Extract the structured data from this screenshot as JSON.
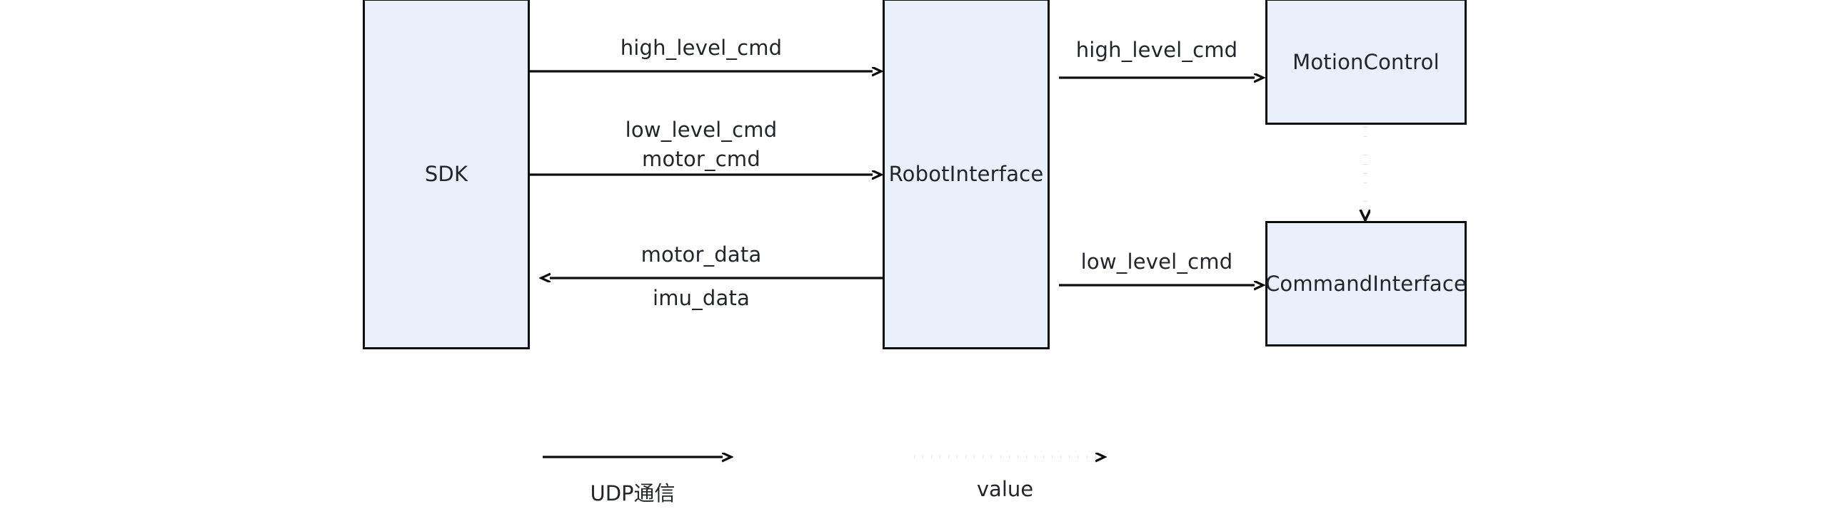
{
  "diagram": {
    "type": "block-flow-diagram",
    "background": "#ffffff",
    "node_fill": "#eaf0fb",
    "node_stroke": "#0d0d0d",
    "text_color": "#22252a",
    "nodes": [
      {
        "id": "sdk",
        "label": "SDK"
      },
      {
        "id": "robot_interface",
        "label": "RobotInterface"
      },
      {
        "id": "motion_control",
        "label": "MotionControl"
      },
      {
        "id": "command_interface",
        "label": "CommandInterface"
      }
    ],
    "edges": [
      {
        "id": "sdk_to_ri_high",
        "from": "sdk",
        "to": "robot_interface",
        "style": "solid",
        "direction": "right",
        "label_above": "high_level_cmd",
        "label_below": ""
      },
      {
        "id": "sdk_to_ri_low",
        "from": "sdk",
        "to": "robot_interface",
        "style": "solid",
        "direction": "right",
        "label_above": "low_level_cmd",
        "label_below": "motor_cmd"
      },
      {
        "id": "ri_to_sdk_data",
        "from": "robot_interface",
        "to": "sdk",
        "style": "solid",
        "direction": "left",
        "label_above": "motor_data",
        "label_below": "imu_data"
      },
      {
        "id": "ri_to_mc",
        "from": "robot_interface",
        "to": "motion_control",
        "style": "solid",
        "direction": "right",
        "label_above": "high_level_cmd",
        "label_below": ""
      },
      {
        "id": "ri_to_ci",
        "from": "robot_interface",
        "to": "command_interface",
        "style": "solid",
        "direction": "right",
        "label_above": "low_level_cmd",
        "label_below": ""
      },
      {
        "id": "mc_to_ci",
        "from": "motion_control",
        "to": "command_interface",
        "style": "dotted",
        "direction": "down",
        "label_above": "",
        "label_below": ""
      }
    ],
    "legend": [
      {
        "id": "legend-udp",
        "style": "solid",
        "label": "UDP通信"
      },
      {
        "id": "legend-value",
        "style": "dotted",
        "label": "value"
      }
    ]
  }
}
